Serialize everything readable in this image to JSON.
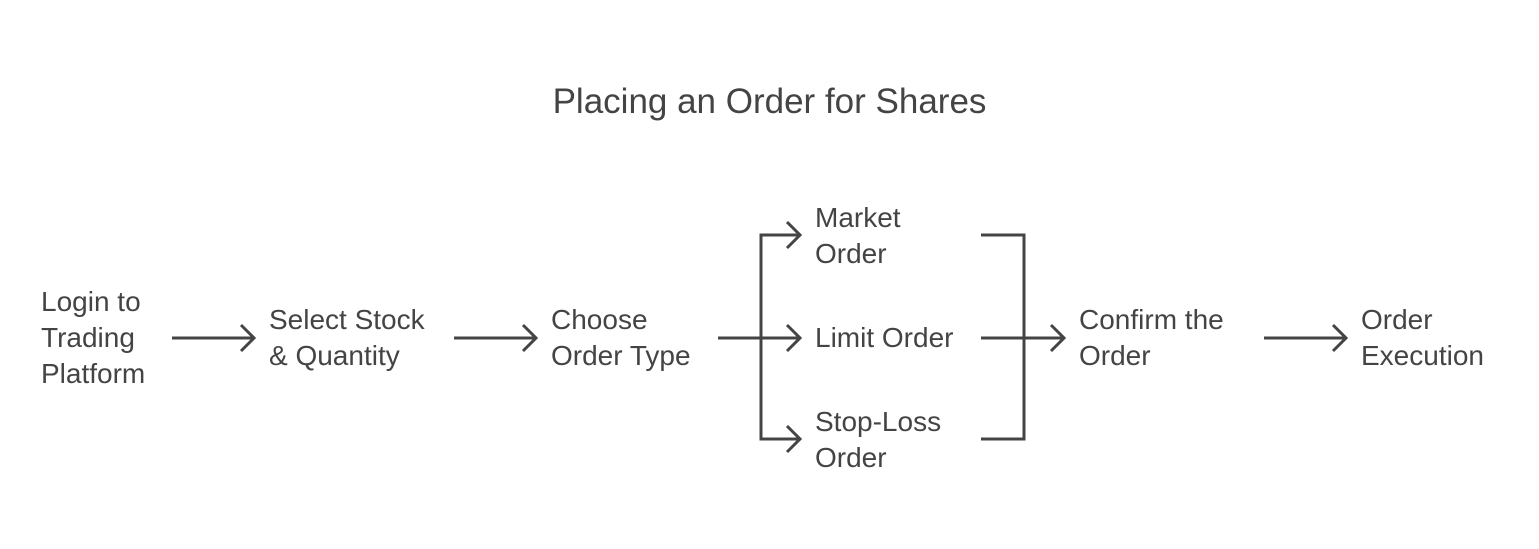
{
  "title": "Placing an Order for Shares",
  "steps": {
    "login": "Login to\nTrading\nPlatform",
    "select": "Select Stock\n& Quantity",
    "choose": "Choose\nOrder Type",
    "market": "Market\nOrder",
    "limit": "Limit Order",
    "stoploss": "Stop-Loss\nOrder",
    "confirm": "Confirm the\nOrder",
    "execution": "Order\nExecution"
  },
  "colors": {
    "text": "#444444",
    "line": "#444444",
    "background": "#ffffff"
  }
}
